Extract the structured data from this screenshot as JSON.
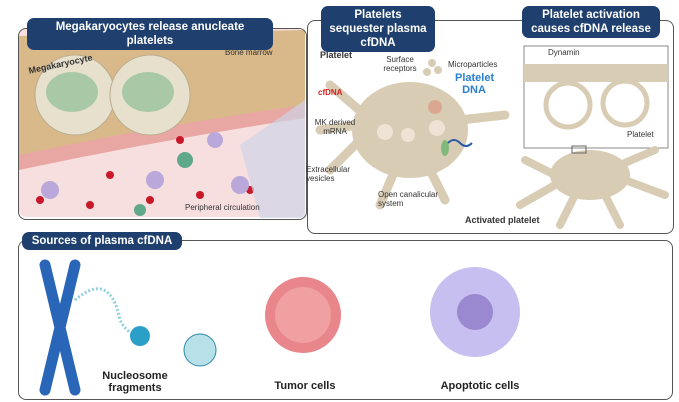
{
  "panel_megakaryocytes": {
    "title": "Megakaryocytes release anucleate platelets",
    "labels": {
      "megakaryocyte": "Megakaryocyte",
      "bone_marrow": "Bone marrow",
      "peripheral": "Peripheral circulation"
    }
  },
  "panel_sequester": {
    "title": "Platelets sequester plasma cfDNA",
    "labels": {
      "platelet": "Platelet",
      "surface": "Surface receptors",
      "microparticles": "Microparticles",
      "cfdna": "cfDNA",
      "platelet_dna": "Platelet DNA",
      "mk_mrna": "MK derived mRNA",
      "ev": "Extracellular vesicles",
      "ocs": "Open canalicular system",
      "activated": "Activated platelet"
    }
  },
  "panel_activation": {
    "title": "Platelet activation causes cfDNA release",
    "labels": {
      "dynamin": "Dynamin",
      "platelet": "Platelet"
    }
  },
  "panel_sources": {
    "title": "Sources of plasma cfDNA",
    "labels": {
      "nucleosome": "Nucleosome fragments",
      "tumor": "Tumor cells",
      "apoptotic": "Apoptotic cells"
    }
  },
  "colors": {
    "title_bg": "#1f3f6e",
    "cfdna": "#d02020",
    "platelet_dna": "#2a7fd0",
    "platelet_body": "#d8ccb4"
  }
}
